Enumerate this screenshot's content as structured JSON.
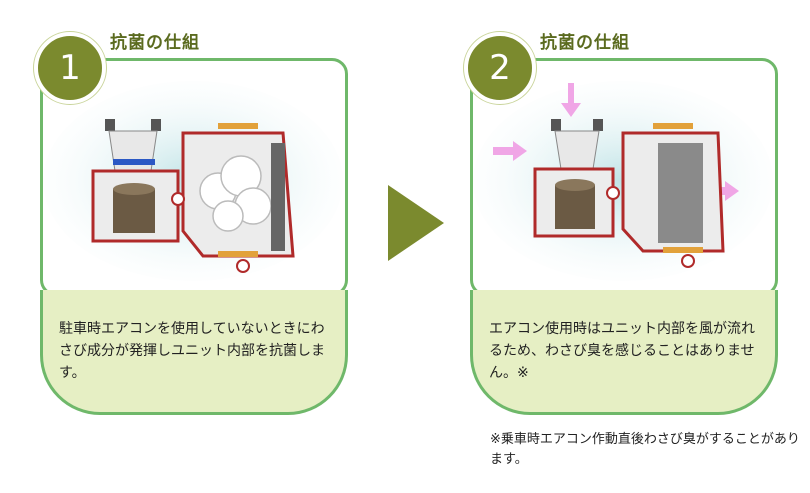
{
  "steps": [
    {
      "number": "1",
      "title": "抗菌の仕組",
      "text": "駐車時エアコンを使用していないときにわさび成分が発揮しユニット内部を抗菌します。"
    },
    {
      "number": "2",
      "title": "抗菌の仕組",
      "text": "エアコン使用時はユニット内部を風が流れるため、わさび臭を感じることはありません。※"
    }
  ],
  "footnote": "※乗車時エアコン作動直後わさび臭がすることがあります。",
  "colors": {
    "accent": "#7b8a2e",
    "border": "#6fb86a",
    "text_box_bg": "#e6efc4",
    "unit_outline": "#b02a2a",
    "airflow": "#f0a6e6"
  }
}
